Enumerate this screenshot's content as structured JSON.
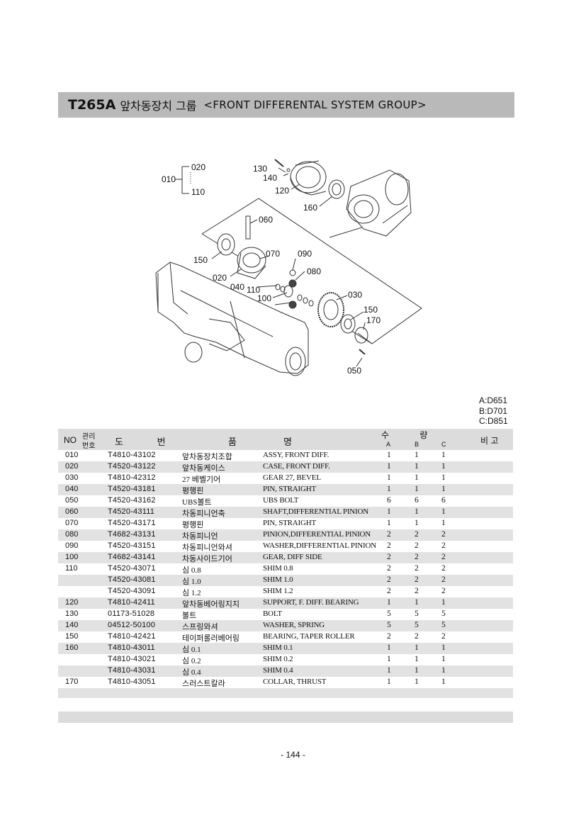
{
  "header": {
    "code": "T265A",
    "korean_title": "앞차동장치 그룹",
    "english_title": "<FRONT DIFFERENTAL SYSTEM GROUP>"
  },
  "diagram": {
    "labels": [
      "010",
      "020",
      "110",
      "130",
      "140",
      "120",
      "160",
      "060",
      "150",
      "070",
      "090",
      "020",
      "080",
      "040",
      "110",
      "100",
      "030",
      "150",
      "170",
      "050"
    ]
  },
  "models": [
    "A:D651",
    "B:D701",
    "C:D851"
  ],
  "table": {
    "headers": {
      "no": "NO",
      "mgmt_top": "관리",
      "mgmt_bottom": "번호",
      "part_no": "도 번",
      "name_a": "품",
      "name_b": "명",
      "qty": "수 량",
      "qty_a": "A",
      "qty_b": "B",
      "qty_c": "C",
      "remarks": "비 고"
    },
    "rows": [
      {
        "no": "010",
        "part": "T4810-43102",
        "kname": "앞차동장치조합",
        "ename": "ASSY, FRONT DIFF.",
        "a": "1",
        "b": "1",
        "c": "1"
      },
      {
        "no": "020",
        "part": "T4520-43122",
        "kname": "앞차동케이스",
        "ename": "CASE, FRONT DIFF.",
        "a": "1",
        "b": "1",
        "c": "1"
      },
      {
        "no": "030",
        "part": "T4810-42312",
        "kname": "27 베벨기어",
        "ename": "GEAR 27, BEVEL",
        "a": "1",
        "b": "1",
        "c": "1"
      },
      {
        "no": "040",
        "part": "T4520-43181",
        "kname": "평행핀",
        "ename": "PIN, STRAIGHT",
        "a": "1",
        "b": "1",
        "c": "1"
      },
      {
        "no": "050",
        "part": "T4520-43162",
        "kname": "UBS볼트",
        "ename": "UBS BOLT",
        "a": "6",
        "b": "6",
        "c": "6"
      },
      {
        "no": "060",
        "part": "T4520-43111",
        "kname": "차동피니언축",
        "ename": "SHAFT,DIFFERENTIAL PINION",
        "a": "1",
        "b": "1",
        "c": "1"
      },
      {
        "no": "070",
        "part": "T4520-43171",
        "kname": "평행핀",
        "ename": "PIN, STRAIGHT",
        "a": "1",
        "b": "1",
        "c": "1"
      },
      {
        "no": "080",
        "part": "T4682-43131",
        "kname": "차동피니언",
        "ename": "PINION,DIFFERENTIAL PINION",
        "a": "2",
        "b": "2",
        "c": "2"
      },
      {
        "no": "090",
        "part": "T4520-43151",
        "kname": "차동피니언와셔",
        "ename": "WASHER,DIFFERENTIAL PINION",
        "a": "2",
        "b": "2",
        "c": "2"
      },
      {
        "no": "100",
        "part": "T4682-43141",
        "kname": "차동사이드기어",
        "ename": "GEAR, DIFF SIDE",
        "a": "2",
        "b": "2",
        "c": "2"
      },
      {
        "no": "110",
        "part": "T4520-43071",
        "kname": "심 0.8",
        "ename": "SHIM 0.8",
        "a": "2",
        "b": "2",
        "c": "2"
      },
      {
        "no": "",
        "part": "T4520-43081",
        "kname": "심 1.0",
        "ename": "SHIM 1.0",
        "a": "2",
        "b": "2",
        "c": "2"
      },
      {
        "no": "",
        "part": "T4520-43091",
        "kname": "심 1.2",
        "ename": "SHIM 1.2",
        "a": "2",
        "b": "2",
        "c": "2"
      },
      {
        "no": "120",
        "part": "T4810-42411",
        "kname": "앞차동베어링지지",
        "ename": "SUPPORT, F. DIFF. BEARING",
        "a": "1",
        "b": "1",
        "c": "1"
      },
      {
        "no": "130",
        "part": "01173-51028",
        "kname": "볼트",
        "ename": "BOLT",
        "a": "5",
        "b": "5",
        "c": "5"
      },
      {
        "no": "140",
        "part": "04512-50100",
        "kname": "스프링와셔",
        "ename": "WASHER, SPRING",
        "a": "5",
        "b": "5",
        "c": "5"
      },
      {
        "no": "150",
        "part": "T4810-42421",
        "kname": "테이퍼롤러베어링",
        "ename": "BEARING, TAPER ROLLER",
        "a": "2",
        "b": "2",
        "c": "2"
      },
      {
        "no": "160",
        "part": "T4810-43011",
        "kname": "심 0.1",
        "ename": "SHIM 0.1",
        "a": "1",
        "b": "1",
        "c": "1"
      },
      {
        "no": "",
        "part": "T4810-43021",
        "kname": "심 0.2",
        "ename": "SHIM 0.2",
        "a": "1",
        "b": "1",
        "c": "1"
      },
      {
        "no": "",
        "part": "T4810-43031",
        "kname": "심 0.4",
        "ename": "SHIM 0.4",
        "a": "1",
        "b": "1",
        "c": "1"
      },
      {
        "no": "170",
        "part": "T4810-43051",
        "kname": "스러스트칼라",
        "ename": "COLLAR, THRUST",
        "a": "1",
        "b": "1",
        "c": "1"
      }
    ]
  },
  "footer": {
    "page_number": "- 144 -"
  }
}
